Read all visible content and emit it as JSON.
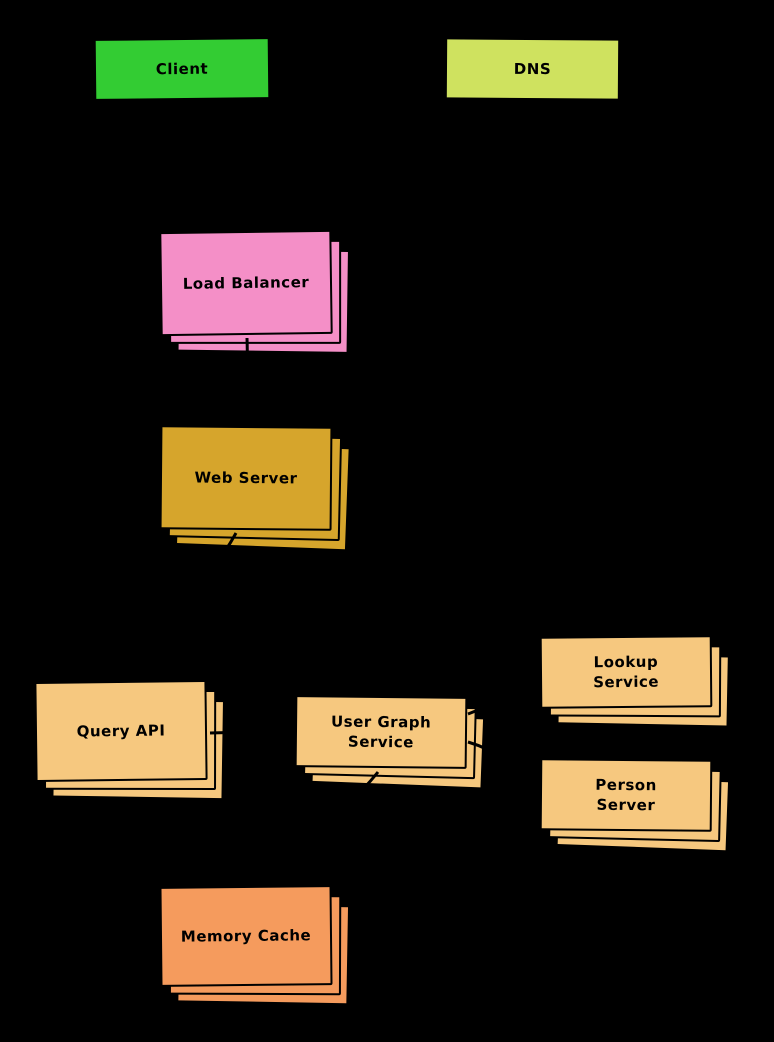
{
  "diagram": {
    "background_color": "#000000",
    "nodes": [
      {
        "id": "client",
        "label": "Client",
        "color": "#33CC33",
        "stacked": false
      },
      {
        "id": "dns",
        "label": "DNS",
        "color": "#CFE25F",
        "stacked": false
      },
      {
        "id": "load-balancer",
        "label": "Load Balancer",
        "color": "#F48FC7",
        "stacked": true
      },
      {
        "id": "web-server",
        "label": "Web Server",
        "color": "#D6A52C",
        "stacked": true
      },
      {
        "id": "query-api",
        "label": "Query API",
        "color": "#F6C87F",
        "stacked": true
      },
      {
        "id": "user-graph-service",
        "label": "User Graph\nService",
        "color": "#F6C87F",
        "stacked": true
      },
      {
        "id": "lookup-service",
        "label": "Lookup\nService",
        "color": "#F6C87F",
        "stacked": true
      },
      {
        "id": "person-server",
        "label": "Person\nServer",
        "color": "#F6C87F",
        "stacked": true
      },
      {
        "id": "memory-cache",
        "label": "Memory Cache",
        "color": "#F59B5D",
        "stacked": true
      }
    ],
    "edges": [
      {
        "from": "client",
        "to": "dns"
      },
      {
        "from": "client",
        "to": "load-balancer"
      },
      {
        "from": "load-balancer",
        "to": "web-server"
      },
      {
        "from": "web-server",
        "to": "query-api"
      },
      {
        "from": "query-api",
        "to": "user-graph-service"
      },
      {
        "from": "user-graph-service",
        "to": "lookup-service"
      },
      {
        "from": "user-graph-service",
        "to": "person-server"
      },
      {
        "from": "user-graph-service",
        "to": "memory-cache"
      }
    ]
  }
}
